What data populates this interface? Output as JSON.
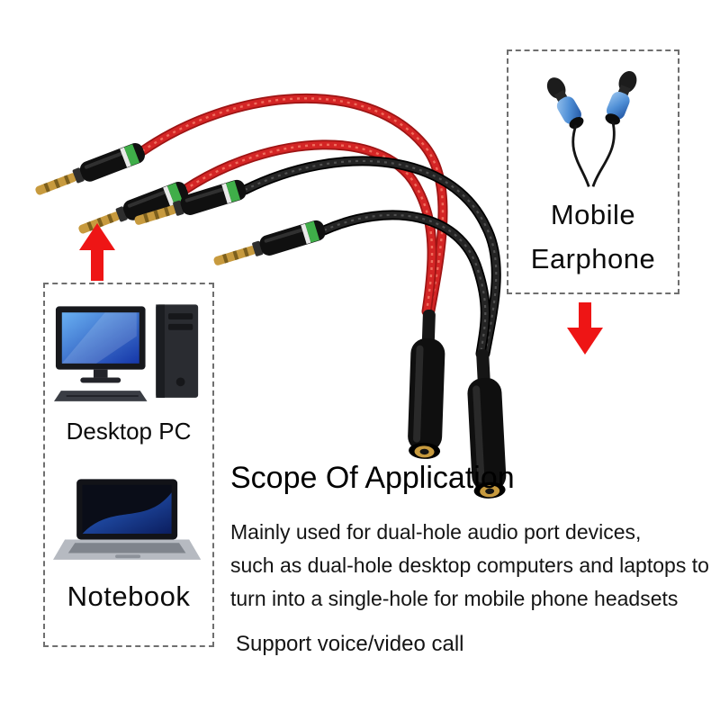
{
  "infographic": {
    "earphone_box": {
      "line1": "Mobile",
      "line2": "Earphone"
    },
    "device_box": {
      "desktop": "Desktop PC",
      "notebook": "Notebook"
    },
    "scope": {
      "title": "Scope Of Application",
      "lines": [
        "Mainly used for dual-hole audio port devices,",
        "such as dual-hole desktop computers and laptops to",
        "turn into a single-hole for mobile phone headsets"
      ],
      "support": "Support voice/video call"
    },
    "colors": {
      "cable_red": "#d42525",
      "cable_black": "#1f1f1f",
      "arrow_red": "#ee1515",
      "plug_gold": "#c79a3e",
      "earbud_blue": "#4f8fd6",
      "screen_blue": "#2a5fd0",
      "dash_border": "#6f6f6f"
    }
  }
}
